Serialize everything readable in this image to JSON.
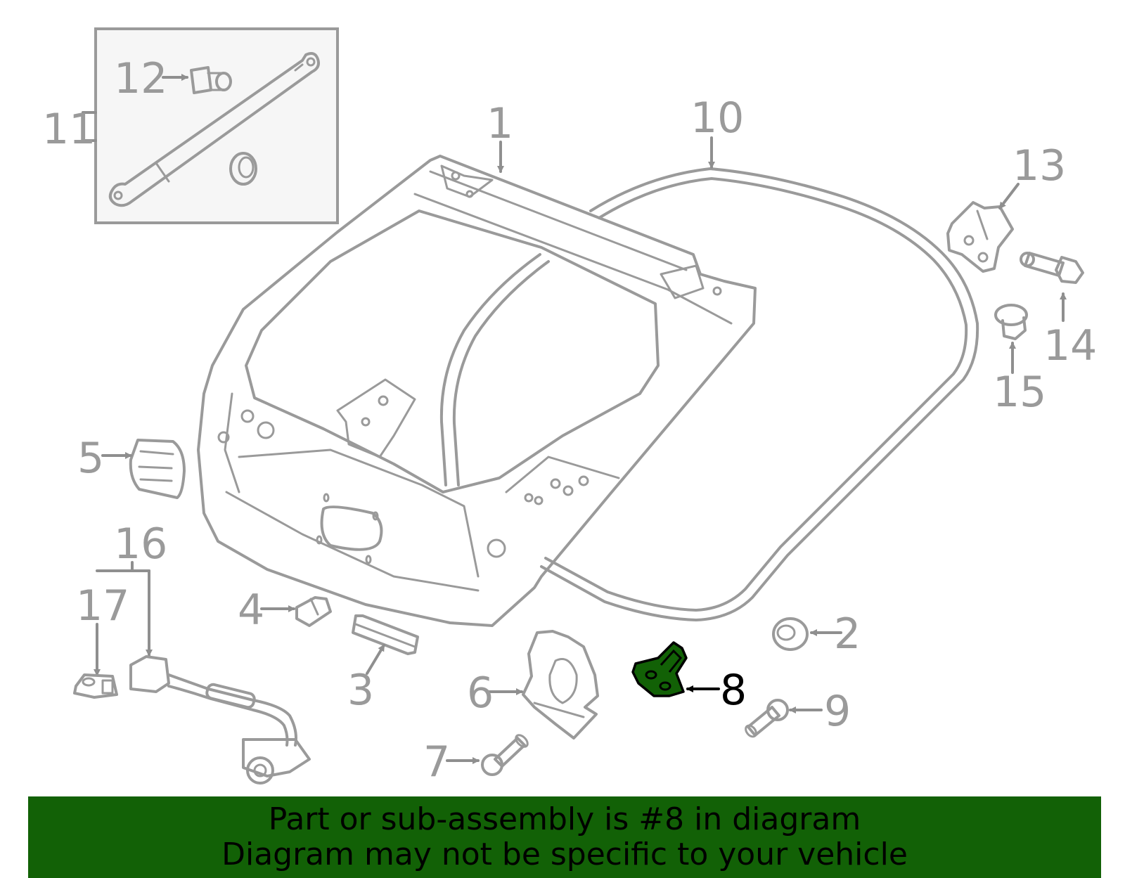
{
  "diagram": {
    "callouts": {
      "p1": "1",
      "p2": "2",
      "p3": "3",
      "p4": "4",
      "p5": "5",
      "p6": "6",
      "p7": "7",
      "p8": "8",
      "p9": "9",
      "p10": "10",
      "p11": "11",
      "p12": "12",
      "p13": "13",
      "p14": "14",
      "p15": "15",
      "p16": "16",
      "p17": "17"
    },
    "highlighted_part": "8",
    "colors": {
      "highlight_fill": "#126106",
      "line_gray": "#9a9a9a",
      "inset_background": "#f6f6f6"
    }
  },
  "banner": {
    "line1": "Part or sub-assembly is #8 in diagram",
    "line2": "Diagram may not be specific to your vehicle",
    "background": "#126106"
  }
}
